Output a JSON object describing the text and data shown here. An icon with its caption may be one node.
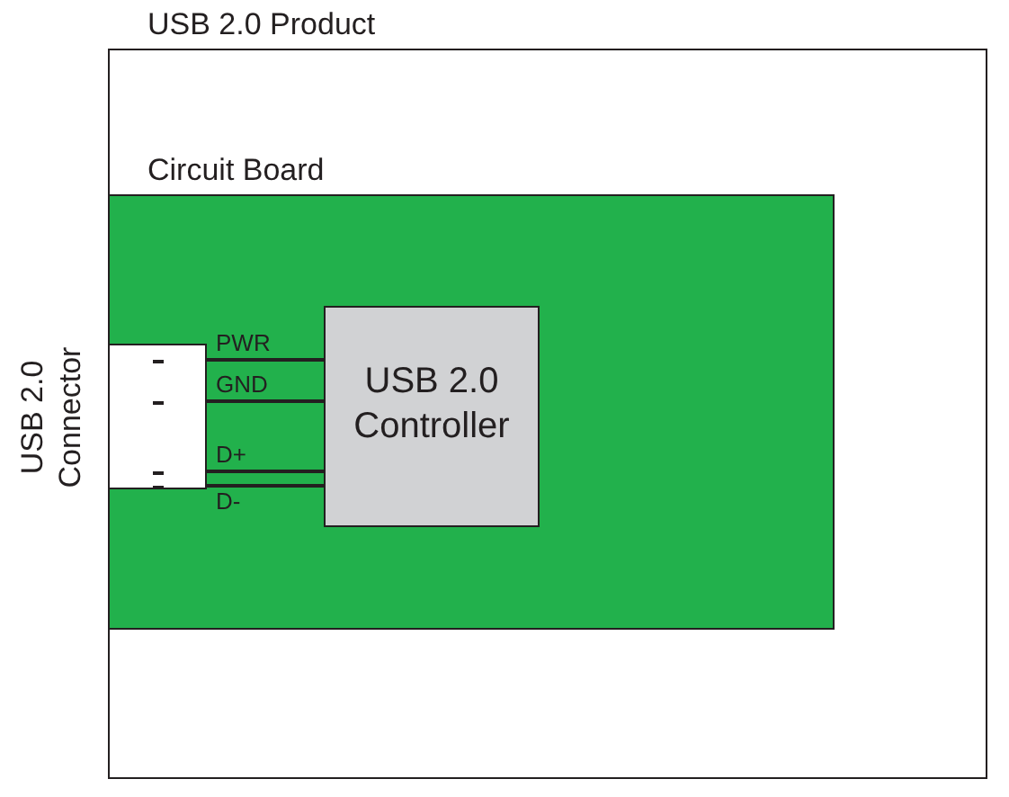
{
  "diagram": {
    "nodes": [
      {
        "text": [
          "USB 2.0 Product"
        ]
      },
      {
        "text": [
          "Circuit Board"
        ],
        "in": 0
      },
      {
        "text": [
          "USB 2.0 Connector"
        ],
        "in": 1
      },
      {
        "text": [
          "USB 2.0 Controller"
        ],
        "in": 1
      }
    ],
    "edges": [
      {
        "from": 2,
        "to": 3,
        "arrow": "none",
        "label": "PWR"
      },
      {
        "from": 2,
        "to": 3,
        "arrow": "none",
        "label": "GND"
      },
      {
        "from": 2,
        "to": 3,
        "arrow": "none",
        "label": "D+"
      },
      {
        "from": 2,
        "to": 3,
        "arrow": "none",
        "label": "D-"
      }
    ]
  }
}
